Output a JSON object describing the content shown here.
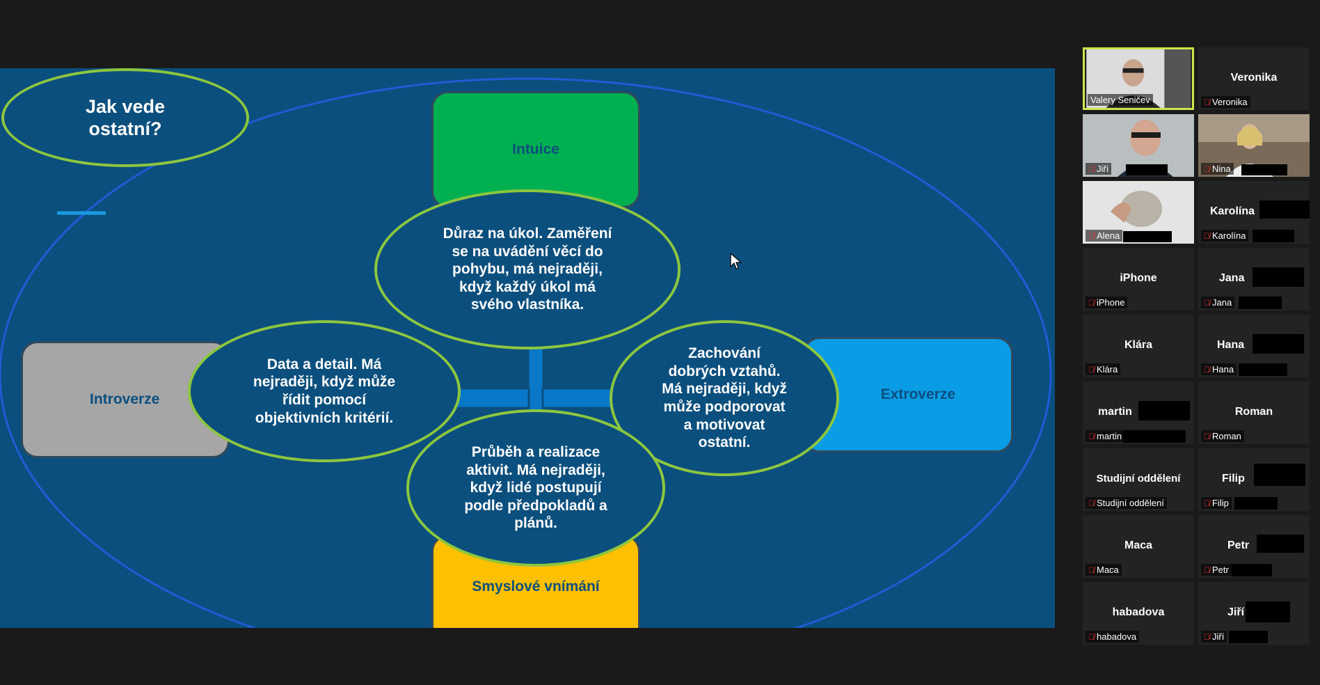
{
  "slide": {
    "question": "Jak vede ostatní?",
    "boxes": {
      "top": "Intuice",
      "left": "Introverze",
      "right": "Extroverze",
      "bottom": "Smyslové vnímání"
    },
    "ovals": {
      "top": [
        "Důraz na úkol. Zaměření",
        "se na uvádění věcí do",
        "pohybu, má nejraději,",
        "když každý úkol má",
        "svého vlastníka."
      ],
      "left": [
        "Data a detail. Má",
        "nejraději, když může",
        "řídit pomocí",
        "objektivních kritérií."
      ],
      "right": [
        "Zachování",
        "dobrých vztahů.",
        "Má nejraději, když",
        "může podporovat",
        "a motivovat",
        "ostatní."
      ],
      "bottom": [
        "Průběh a realizace",
        "aktivit. Má nejraději,",
        "když lidé postupují",
        "podle předpokladů a",
        "plánů."
      ]
    },
    "colors": {
      "background": "#0b4f7e",
      "top_box": "#00b050",
      "left_box": "#a6a6a6",
      "right_box": "#0a9de6",
      "bottom_box": "#ffc000",
      "oval_border": "#8cc63f",
      "outer_ellipse": "#1f5cd6"
    }
  },
  "participants": [
    {
      "tile_name": "",
      "label": "Valery Seničev",
      "video": true,
      "active": true,
      "muted": false
    },
    {
      "tile_name": "Veronika",
      "label": "Veronika",
      "video": false,
      "muted": true
    },
    {
      "tile_name": "",
      "label": "Jiří",
      "video": true,
      "muted": true
    },
    {
      "tile_name": "",
      "label": "Nina",
      "video": true,
      "muted": true
    },
    {
      "tile_name": "",
      "label": "Alena",
      "video": true,
      "muted": true
    },
    {
      "tile_name": "Karolína",
      "label": "Karolína",
      "video": false,
      "muted": true
    },
    {
      "tile_name": "iPhone",
      "label": "iPhone",
      "video": false,
      "muted": true
    },
    {
      "tile_name": "Jana",
      "label": "Jana",
      "video": false,
      "muted": true
    },
    {
      "tile_name": "Klára",
      "label": "Klára",
      "video": false,
      "muted": true
    },
    {
      "tile_name": "Hana",
      "label": "Hana",
      "video": false,
      "muted": true
    },
    {
      "tile_name": "martin",
      "label": "martin",
      "video": false,
      "muted": true
    },
    {
      "tile_name": "Roman",
      "label": "Roman",
      "video": false,
      "muted": true
    },
    {
      "tile_name": "Studijní oddělení",
      "label": "Studijní oddělení",
      "video": false,
      "muted": true
    },
    {
      "tile_name": "Filip",
      "label": "Filip",
      "video": false,
      "muted": true
    },
    {
      "tile_name": "Maca",
      "label": "Maca",
      "video": false,
      "muted": true
    },
    {
      "tile_name": "Petr",
      "label": "Petr",
      "video": false,
      "muted": true
    },
    {
      "tile_name": "habadova",
      "label": "habadova",
      "video": false,
      "muted": true
    },
    {
      "tile_name": "Jiří",
      "label": "Jiří",
      "video": false,
      "muted": true
    }
  ],
  "icons": {
    "mic_muted": "mic-muted-icon",
    "cursor": "mouse-cursor-icon"
  }
}
